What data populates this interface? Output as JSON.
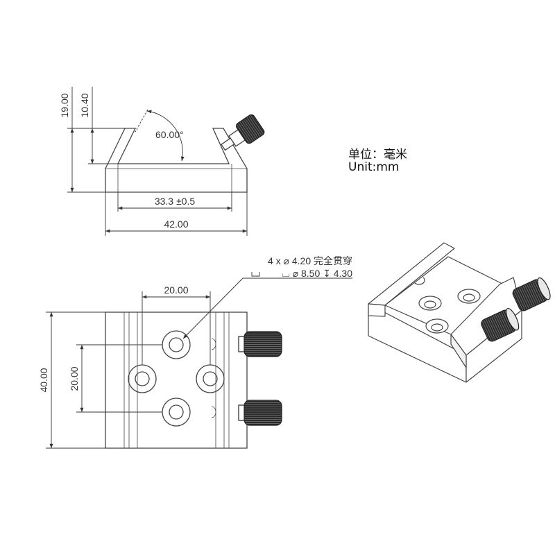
{
  "units": {
    "cn": "单位：毫米",
    "en": "Unit:mm"
  },
  "front_view": {
    "dim_height_total": "19.00",
    "dim_height_groove": "10.40",
    "dim_angle": "60.00°",
    "dim_groove_width": "33.3 ±0.5",
    "dim_width_total": "42.00"
  },
  "top_view": {
    "hole_note_line1": "4 x ⌀ 4.20 完全贯穿",
    "hole_note_line2": "⌴ ⌀ 8.50 ↧ 4.30",
    "dim_hole_spacing_x": "20.00",
    "dim_hole_spacing_y": "20.00",
    "dim_length": "40.00"
  },
  "colors": {
    "line": "#444444",
    "part_fill": "#ffffff",
    "knob": "#1a1a1a"
  }
}
